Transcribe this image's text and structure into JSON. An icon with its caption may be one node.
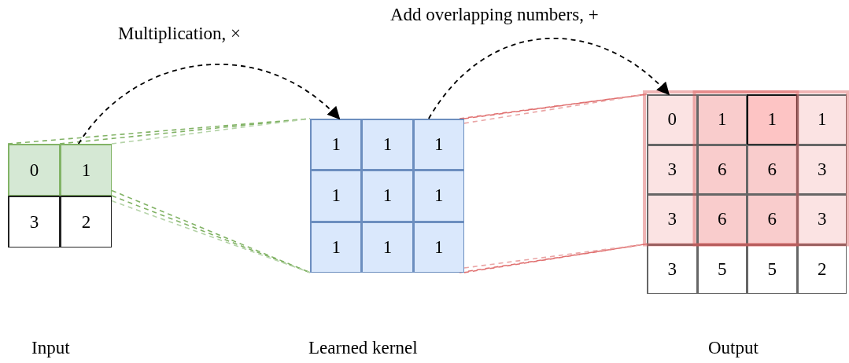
{
  "diagram": {
    "nodes": [
      {
        "text": [],
        "shape": "box"
      },
      {
        "text": [
          "0"
        ],
        "in": 0
      },
      {
        "text": [
          "1"
        ],
        "in": 0
      },
      {
        "text": [
          "3"
        ],
        "in": 0
      },
      {
        "text": [
          "2"
        ],
        "in": 0
      },
      {
        "text": [],
        "shape": "box"
      },
      {
        "text": [
          "1"
        ],
        "in": 5
      },
      {
        "text": [
          "1"
        ],
        "in": 5
      },
      {
        "text": [
          "1"
        ],
        "in": 5
      },
      {
        "text": [
          "1"
        ],
        "in": 5
      },
      {
        "text": [
          "1"
        ],
        "in": 5
      },
      {
        "text": [
          "1"
        ],
        "in": 5
      },
      {
        "text": [
          "1"
        ],
        "in": 5
      },
      {
        "text": [
          "1"
        ],
        "in": 5
      },
      {
        "text": [
          "1"
        ],
        "in": 5
      },
      {
        "text": [],
        "shape": "box"
      },
      {
        "text": [
          "0"
        ],
        "in": 15
      },
      {
        "text": [
          "1"
        ],
        "in": 15
      },
      {
        "text": [
          "1"
        ],
        "in": 15
      },
      {
        "text": [
          "1"
        ],
        "in": 15
      },
      {
        "text": [
          "3"
        ],
        "in": 15
      },
      {
        "text": [
          "6"
        ],
        "in": 15
      },
      {
        "text": [
          "6"
        ],
        "in": 15
      },
      {
        "text": [
          "3"
        ],
        "in": 15
      },
      {
        "text": [
          "3"
        ],
        "in": 15
      },
      {
        "text": [
          "6"
        ],
        "in": 15
      },
      {
        "text": [
          "6"
        ],
        "in": 15
      },
      {
        "text": [
          "3"
        ],
        "in": 15
      },
      {
        "text": [
          "3"
        ],
        "in": 15
      },
      {
        "text": [
          "5"
        ],
        "in": 15
      },
      {
        "text": [
          "5"
        ],
        "in": 15
      },
      {
        "text": [
          "2"
        ],
        "in": 15
      }
    ],
    "edges": [
      {
        "from": 0,
        "to": 5,
        "arrow": "to",
        "style": "dashed",
        "color": "#000000",
        "label": "Multiplication, ×"
      },
      {
        "from": 5,
        "to": 15,
        "arrow": "to",
        "style": "dashed",
        "color": "#000000",
        "label": "Add overlapping numbers, +"
      },
      {
        "from": 0,
        "to": 5,
        "arrow": "none",
        "style": "dashed",
        "color": "#82b366"
      },
      {
        "from": 0,
        "to": 5,
        "arrow": "none",
        "style": "dashed",
        "color": "#82b366"
      },
      {
        "from": 0,
        "to": 5,
        "arrow": "none",
        "style": "dashed",
        "color": "#b5d3a8"
      },
      {
        "from": 0,
        "to": 5,
        "arrow": "none",
        "style": "dashed",
        "color": "#82b366"
      },
      {
        "from": 0,
        "to": 5,
        "arrow": "none",
        "style": "dashed",
        "color": "#82b366"
      },
      {
        "from": 0,
        "to": 5,
        "arrow": "none",
        "style": "dashed",
        "color": "#b5d3a8"
      },
      {
        "from": 5,
        "to": 15,
        "arrow": "none",
        "style": "dashed",
        "color": "#e07070"
      },
      {
        "from": 5,
        "to": 15,
        "arrow": "none",
        "style": "dashed",
        "color": "#e07070"
      },
      {
        "from": 5,
        "to": 15,
        "arrow": "none",
        "style": "dashed",
        "color": "#eaa6a6"
      },
      {
        "from": 5,
        "to": 15,
        "arrow": "none",
        "style": "dashed",
        "color": "#e07070"
      },
      {
        "from": 5,
        "to": 15,
        "arrow": "none",
        "style": "dashed",
        "color": "#e07070"
      },
      {
        "from": 5,
        "to": 15,
        "arrow": "none",
        "style": "dashed",
        "color": "#eaa6a6"
      }
    ],
    "labels": [
      "Input",
      "Learned kernel",
      "Output"
    ]
  }
}
